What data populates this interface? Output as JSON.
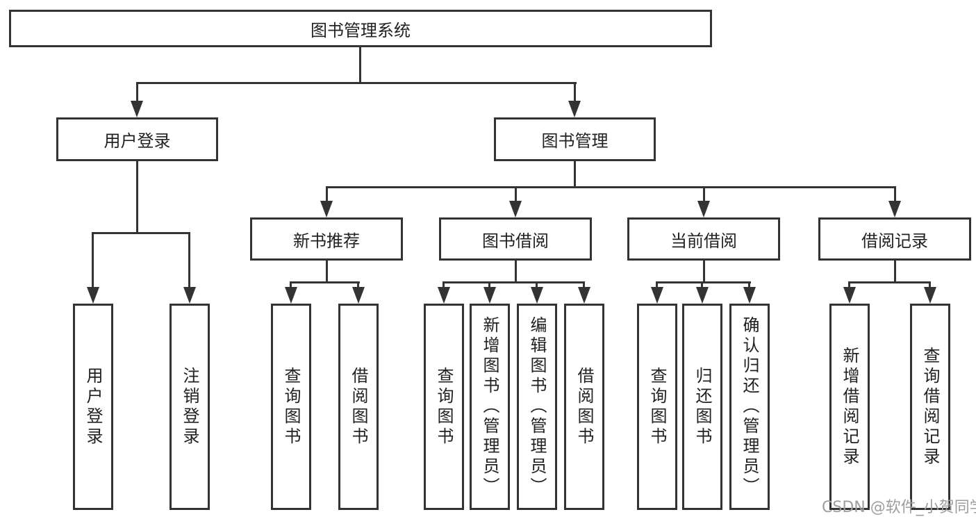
{
  "diagram_title": "图书管理系统",
  "watermark": "CSDN @软件_小贺同学",
  "colors": {
    "line": "#333333",
    "box_border": "#333333",
    "text": "#212121",
    "watermark": "#9e9e9e",
    "background": "#ffffff"
  },
  "nodes": {
    "root": {
      "label": "图书管理系统"
    },
    "user_login": {
      "label": "用户登录"
    },
    "book_mgmt": {
      "label": "图书管理"
    },
    "new_book_rec": {
      "label": "新书推荐"
    },
    "book_borrow": {
      "label": "图书借阅"
    },
    "current_borrow": {
      "label": "当前借阅"
    },
    "borrow_records": {
      "label": "借阅记录"
    },
    "leaf_user_login": {
      "label": "用户登录"
    },
    "leaf_logout": {
      "label": "注销登录"
    },
    "leaf_nb_query": {
      "label": "查询图书"
    },
    "leaf_nb_borrow": {
      "label": "借阅图书"
    },
    "leaf_bb_query": {
      "label": "查询图书"
    },
    "leaf_bb_add": {
      "label": "新增图书（管理员）"
    },
    "leaf_bb_edit": {
      "label": "编辑图书（管理员）"
    },
    "leaf_bb_borrow": {
      "label": "借阅图书"
    },
    "leaf_cb_query": {
      "label": "查询图书"
    },
    "leaf_cb_return": {
      "label": "归还图书"
    },
    "leaf_cb_confirm": {
      "label": "确认归还（管理员）"
    },
    "leaf_br_add": {
      "label": "新增借阅记录"
    },
    "leaf_br_query": {
      "label": "查询借阅记录"
    }
  },
  "hierarchy": {
    "root": "图书管理系统",
    "children": [
      {
        "label": "用户登录",
        "children": [
          "用户登录",
          "注销登录"
        ]
      },
      {
        "label": "图书管理",
        "children": [
          {
            "label": "新书推荐",
            "children": [
              "查询图书",
              "借阅图书"
            ]
          },
          {
            "label": "图书借阅",
            "children": [
              "查询图书",
              "新增图书（管理员）",
              "编辑图书（管理员）",
              "借阅图书"
            ]
          },
          {
            "label": "当前借阅",
            "children": [
              "查询图书",
              "归还图书",
              "确认归还（管理员）"
            ]
          },
          {
            "label": "借阅记录",
            "children": [
              "新增借阅记录",
              "查询借阅记录"
            ]
          }
        ]
      }
    ]
  }
}
